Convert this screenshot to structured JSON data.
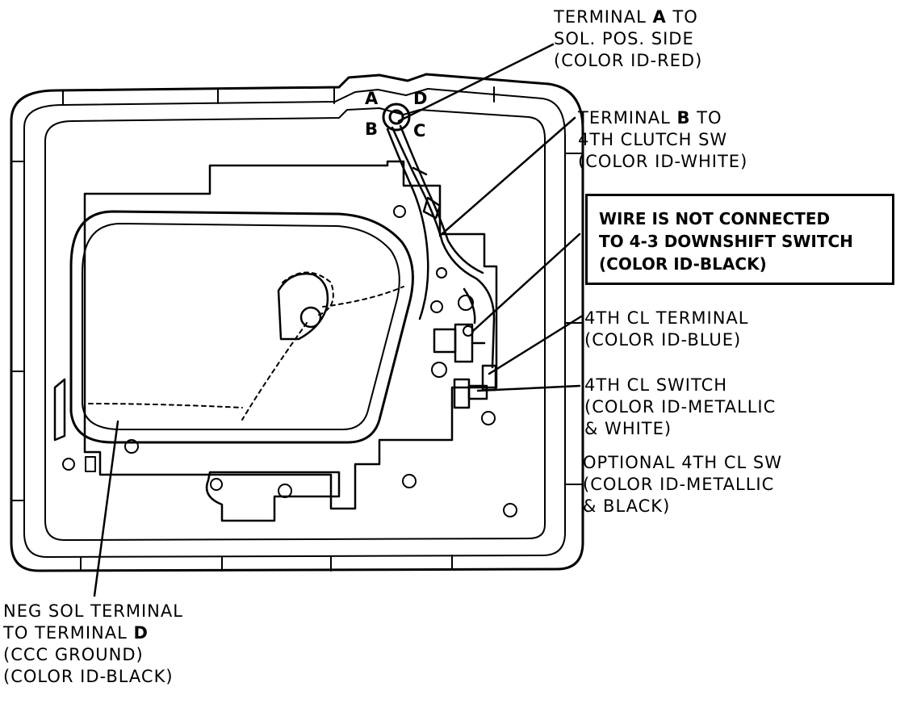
{
  "callouts": {
    "terminal_a": {
      "l1_pre": "TERMINAL ",
      "l1_letter": "A",
      "l1_post": " TO",
      "l2": "SOL. POS. SIDE",
      "l3": "(COLOR ID-RED)"
    },
    "terminal_b": {
      "l1_pre": "TERMINAL ",
      "l1_letter": "B",
      "l1_post": " TO",
      "l2": "4TH CLUTCH SW",
      "l3": "(COLOR ID-WHITE)"
    },
    "wire_not_connected": {
      "l1": "WIRE IS NOT CONNECTED",
      "l2": "TO 4-3 DOWNSHIFT SWITCH",
      "l3": "(COLOR ID-BLACK)"
    },
    "cl_terminal": {
      "l1": "4TH CL TERMINAL",
      "l2": "(COLOR ID-BLUE)"
    },
    "cl_switch": {
      "l1": "4TH CL SWITCH",
      "l2": "(COLOR ID-METALLIC",
      "l3": "& WHITE)"
    },
    "optional_sw": {
      "l1": "OPTIONAL 4TH CL SW",
      "l2": "(COLOR ID-METALLIC",
      "l3": "& BLACK)"
    },
    "neg_sol": {
      "l1": "NEG SOL TERMINAL",
      "l2_pre": "TO TERMINAL ",
      "l2_letter": "D",
      "l3": "(CCC GROUND)",
      "l4": "(COLOR ID-BLACK)"
    }
  },
  "connector_pins": {
    "a": "A",
    "b": "B",
    "c": "C",
    "d": "D"
  },
  "colors": {
    "ink": "#000000",
    "paper": "#ffffff"
  }
}
